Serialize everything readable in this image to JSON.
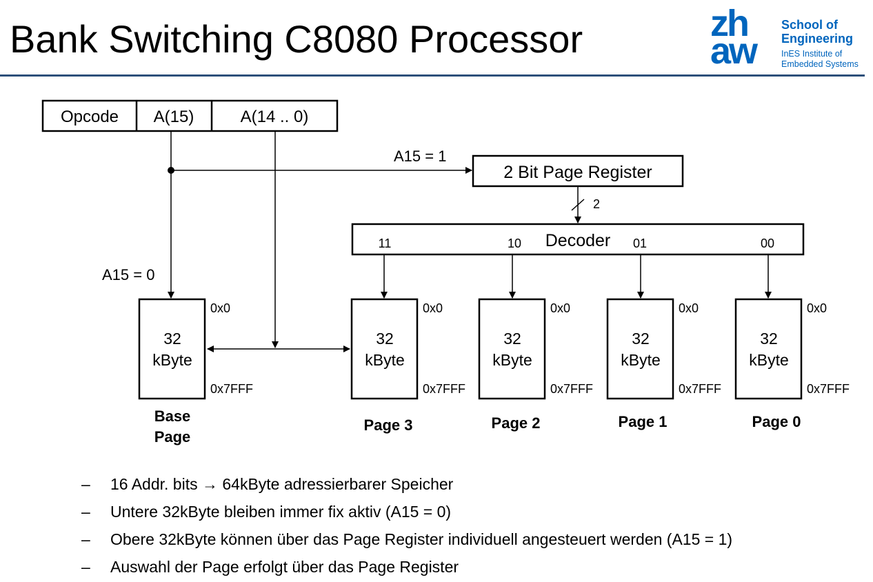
{
  "title": "Bank Switching C8080 Processor",
  "logo": {
    "mark_top": "zh",
    "mark_bottom": "aw",
    "school_line1": "School of",
    "school_line2": "Engineering",
    "institute_line1": "InES Institute of",
    "institute_line2": "Embedded Systems",
    "color": "#0065bd"
  },
  "diagram": {
    "instruction": {
      "opcode": "Opcode",
      "a15": "A(15)",
      "a14_0": "A(14 .. 0)"
    },
    "a15_one": "A15 = 1",
    "a15_zero": "A15 = 0",
    "page_register": "2 Bit Page Register",
    "bus_width": "2",
    "decoder": "Decoder",
    "decoder_outputs": [
      "11",
      "10",
      "01",
      "00"
    ],
    "memories": [
      {
        "size": "32",
        "unit": "kByte",
        "start": "0x0",
        "end": "0x7FFF",
        "label_line1": "Base",
        "label_line2": "Page"
      },
      {
        "size": "32",
        "unit": "kByte",
        "start": "0x0",
        "end": "0x7FFF",
        "label_line1": "Page 3",
        "label_line2": ""
      },
      {
        "size": "32",
        "unit": "kByte",
        "start": "0x0",
        "end": "0x7FFF",
        "label_line1": "Page 2",
        "label_line2": ""
      },
      {
        "size": "32",
        "unit": "kByte",
        "start": "0x0",
        "end": "0x7FFF",
        "label_line1": "Page 1",
        "label_line2": ""
      },
      {
        "size": "32",
        "unit": "kByte",
        "start": "0x0",
        "end": "0x7FFF",
        "label_line1": "Page 0",
        "label_line2": ""
      }
    ]
  },
  "bullets": {
    "dash": "–",
    "items": [
      "16 Addr. bits → 64kByte adressierbarer Speicher",
      "Untere 32kByte bleiben immer fix aktiv (A15 = 0)",
      "Obere 32kByte können über das Page Register individuell angesteuert werden (A15 = 1)",
      "Auswahl der Page erfolgt über das Page Register"
    ]
  }
}
